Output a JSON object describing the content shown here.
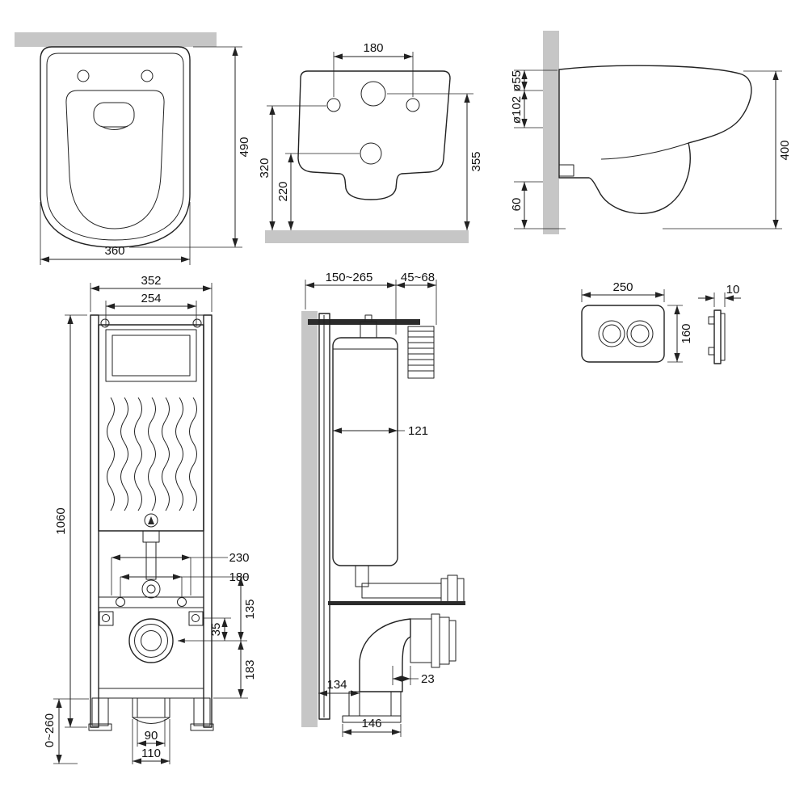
{
  "drawing": {
    "subject": "Wall-hung toilet with concealed installation frame and flush plate - dimensional drawing",
    "colors": {
      "line": "#222222",
      "wall": "#c6c6c6",
      "text": "#111111",
      "background": "#ffffff"
    }
  },
  "dims": {
    "toilet_top": {
      "depth": "490",
      "width": "360"
    },
    "toilet_front": {
      "hole_spacing": "180",
      "height_320": "320",
      "height_220": "220",
      "height_355": "355"
    },
    "toilet_side": {
      "inlet_dia": "ø55",
      "outlet_dia": "ø102",
      "height_400": "400",
      "offset_60": "60"
    },
    "frame_front": {
      "width_352": "352",
      "width_254": "254",
      "height_1060": "1060",
      "spacing_230": "230",
      "spacing_180": "180",
      "offset_135": "135",
      "offset_35": "35",
      "offset_183": "183",
      "feet_range": "0~260",
      "outlet_90": "90",
      "outlet_110": "110"
    },
    "frame_side": {
      "depth_range": "150~265",
      "bracket_range": "45~68",
      "tank_depth": "121",
      "offset_23": "23",
      "offset_134": "134",
      "outlet_146": "146"
    },
    "flush_plate": {
      "width": "250",
      "height": "160",
      "thickness": "10"
    }
  }
}
